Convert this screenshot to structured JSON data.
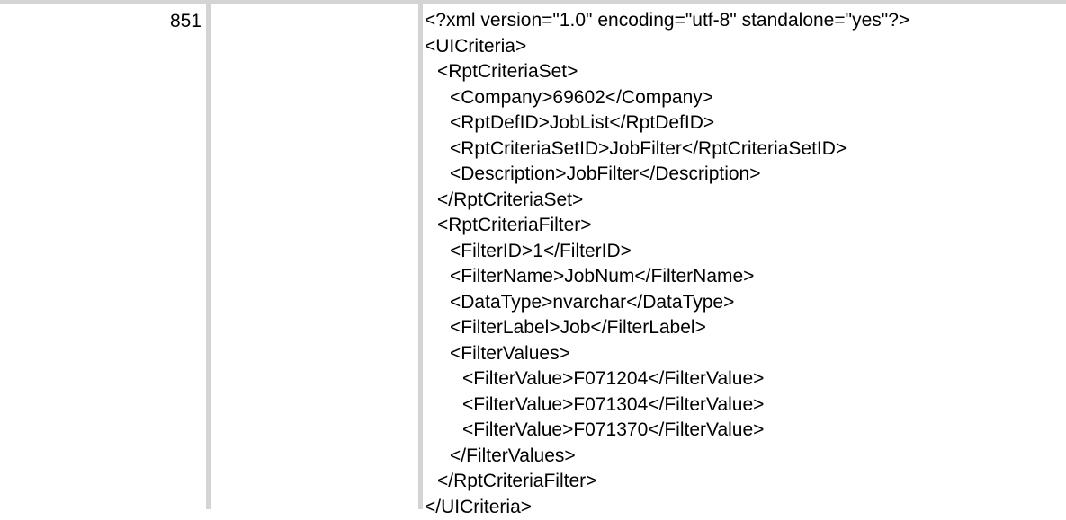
{
  "row": {
    "id": "851",
    "blank": "",
    "xml_lines": [
      {
        "indent": 0,
        "text": "<?xml version=\"1.0\" encoding=\"utf-8\" standalone=\"yes\"?>"
      },
      {
        "indent": 0,
        "text": "<UICriteria>"
      },
      {
        "indent": 1,
        "text": "<RptCriteriaSet>"
      },
      {
        "indent": 2,
        "text": "<Company>69602</Company>"
      },
      {
        "indent": 2,
        "text": "<RptDefID>JobList</RptDefID>"
      },
      {
        "indent": 2,
        "text": "<RptCriteriaSetID>JobFilter</RptCriteriaSetID>"
      },
      {
        "indent": 2,
        "text": "<Description>JobFilter</Description>"
      },
      {
        "indent": 1,
        "text": "</RptCriteriaSet>"
      },
      {
        "indent": 1,
        "text": "<RptCriteriaFilter>"
      },
      {
        "indent": 2,
        "text": "<FilterID>1</FilterID>"
      },
      {
        "indent": 2,
        "text": "<FilterName>JobNum</FilterName>"
      },
      {
        "indent": 2,
        "text": "<DataType>nvarchar</DataType>"
      },
      {
        "indent": 2,
        "text": "<FilterLabel>Job</FilterLabel>"
      },
      {
        "indent": 2,
        "text": "<FilterValues>"
      },
      {
        "indent": 3,
        "text": "<FilterValue>F071204</FilterValue>"
      },
      {
        "indent": 3,
        "text": "<FilterValue>F071304</FilterValue>"
      },
      {
        "indent": 3,
        "text": "<FilterValue>F071370</FilterValue>"
      },
      {
        "indent": 2,
        "text": "</FilterValues>"
      },
      {
        "indent": 1,
        "text": "</RptCriteriaFilter>"
      },
      {
        "indent": 0,
        "text": "</UICriteria>"
      }
    ]
  },
  "colors": {
    "grid": "#d4d4d4",
    "background": "#ffffff",
    "text": "#000000"
  }
}
